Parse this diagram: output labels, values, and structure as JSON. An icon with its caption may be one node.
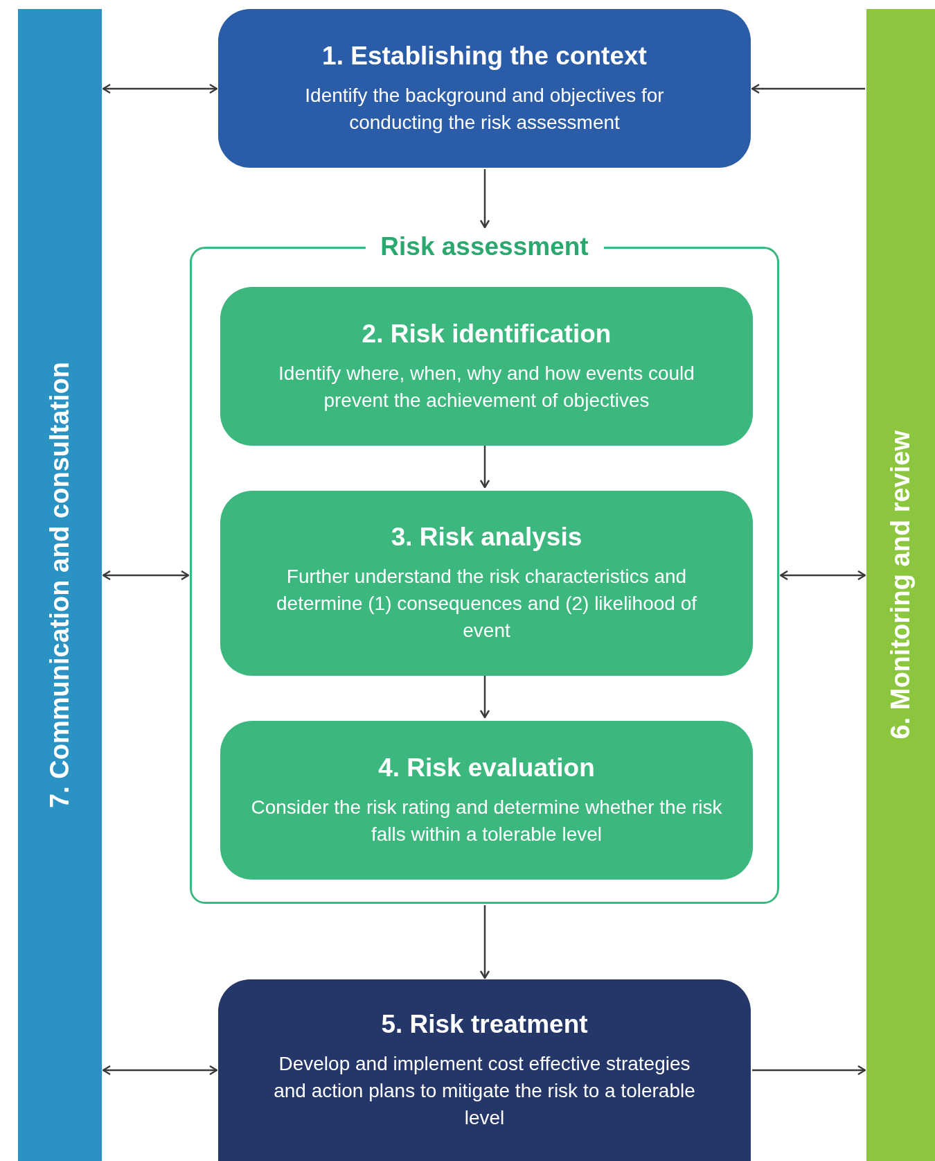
{
  "diagram": {
    "nodes": [
      {
        "text": [
          "1. Establishing the context",
          "Identify the background and objectives for conducting the risk assessment"
        ]
      },
      {
        "text": [
          "Risk assessment"
        ]
      },
      {
        "text": [
          "2. Risk identification",
          "Identify where, when, why and how events could prevent the achievement of objectives"
        ],
        "in": 1
      },
      {
        "text": [
          "3. Risk analysis",
          "Further understand the risk characteristics and determine (1) consequences and (2) likelihood of event"
        ],
        "in": 1
      },
      {
        "text": [
          "4. Risk evaluation",
          "Consider the risk rating and determine whether the risk falls within a tolerable level"
        ],
        "in": 1
      },
      {
        "text": [
          "5. Risk treatment",
          "Develop and implement cost effective strategies and action plans to mitigate the risk to a tolerable level"
        ]
      },
      {
        "text": [
          "6. Monitoring and review"
        ]
      },
      {
        "text": [
          "7. Communication and consultation"
        ]
      }
    ],
    "edges": [
      {
        "from": 0,
        "to": 1,
        "arrow": "to"
      },
      {
        "from": 2,
        "to": 3,
        "arrow": "to"
      },
      {
        "from": 3,
        "to": 4,
        "arrow": "to"
      },
      {
        "from": 1,
        "to": 5,
        "arrow": "to"
      },
      {
        "from": 7,
        "to": 0,
        "arrow": "both"
      },
      {
        "from": 7,
        "to": 1,
        "arrow": "both"
      },
      {
        "from": 7,
        "to": 5,
        "arrow": "both"
      },
      {
        "from": 6,
        "to": 0,
        "arrow": "to"
      },
      {
        "from": 1,
        "to": 6,
        "arrow": "both"
      },
      {
        "from": 5,
        "to": 6,
        "arrow": "to"
      }
    ]
  }
}
